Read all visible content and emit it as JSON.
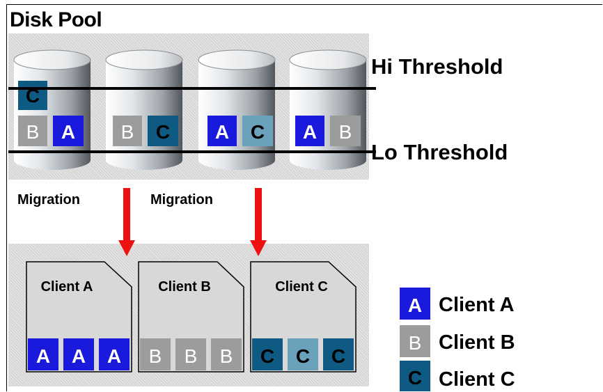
{
  "title": "Disk Pool",
  "thresholds": {
    "hi": "Hi Threshold",
    "lo": "Lo Threshold"
  },
  "migration_labels": [
    "Migration",
    "Migration"
  ],
  "colors": {
    "client_a": "#1a1adc",
    "client_b": "#9c9c9c",
    "client_c": "#0f5a82",
    "client_c_light": "#6aa2bc",
    "arrow": "#ee1111",
    "panel": "#d6d6d6"
  },
  "disks": [
    {
      "letters": [
        "C",
        "B",
        "A"
      ]
    },
    {
      "letters": [
        "B",
        "C"
      ]
    },
    {
      "letters": [
        "A",
        "C"
      ]
    },
    {
      "letters": [
        "A",
        "B"
      ]
    }
  ],
  "tapes": [
    {
      "label": "Client A",
      "letters": [
        "A",
        "A",
        "A"
      ]
    },
    {
      "label": "Client B",
      "letters": [
        "B",
        "B",
        "B"
      ]
    },
    {
      "label": "Client C",
      "letters": [
        "C",
        "C",
        "C"
      ]
    }
  ],
  "legend": [
    {
      "letter": "A",
      "label": "Client A"
    },
    {
      "letter": "B",
      "label": "Client B"
    },
    {
      "letter": "C",
      "label": "Client C"
    }
  ]
}
